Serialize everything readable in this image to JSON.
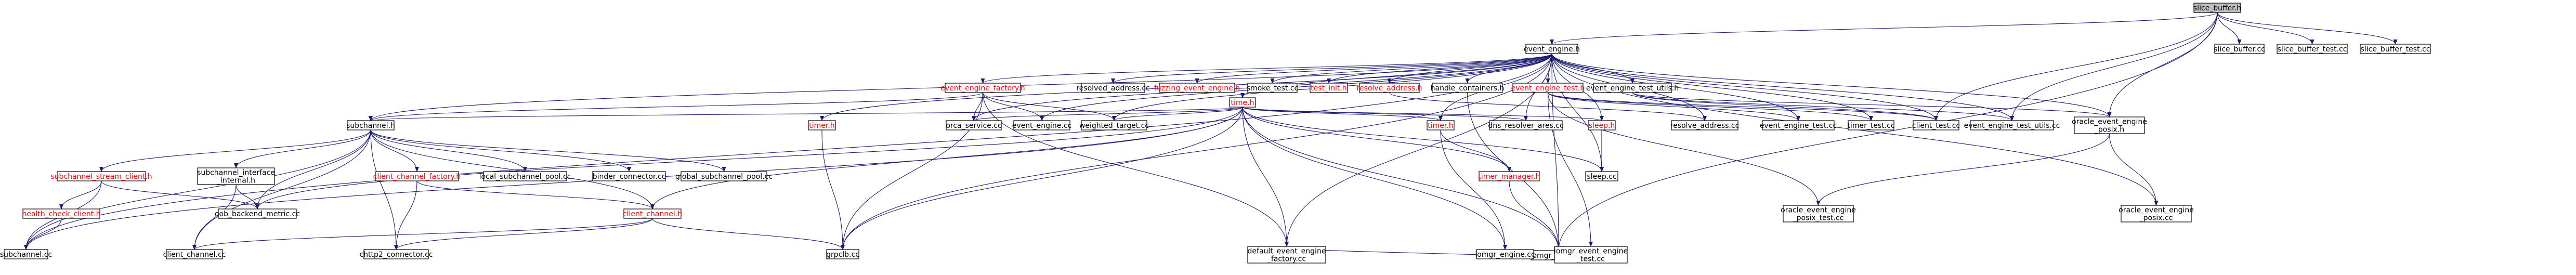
{
  "colors": {
    "root_fill": "#bfbfbf",
    "node_fill": "#ffffff",
    "edge": "#191970",
    "text_black": "#000000",
    "text_red": "#ff0000"
  },
  "nodes": [
    {
      "id": "slice_buffer",
      "lines": [
        "slice_buffer.h"
      ],
      "red": false,
      "root": true
    },
    {
      "id": "event_engine",
      "lines": [
        "event_engine.h"
      ],
      "red": false
    },
    {
      "id": "slice_buffer_cc",
      "lines": [
        "slice_buffer.cc"
      ],
      "red": false
    },
    {
      "id": "slice_buffer_test",
      "lines": [
        "slice_buffer_test.cc"
      ],
      "red": false
    },
    {
      "id": "slice_buffer_test2",
      "lines": [
        "slice_buffer_test.cc"
      ],
      "red": false
    },
    {
      "id": "ee_factory",
      "lines": [
        "event_engine_factory.h"
      ],
      "red": true
    },
    {
      "id": "resolved_address",
      "lines": [
        "resolved_address.cc"
      ],
      "red": false
    },
    {
      "id": "fuzzing_ee",
      "lines": [
        "fuzzing_event_engine.h"
      ],
      "red": true
    },
    {
      "id": "smoke_test",
      "lines": [
        "smoke_test.cc"
      ],
      "red": false
    },
    {
      "id": "test_init",
      "lines": [
        "test_init.h"
      ],
      "red": true
    },
    {
      "id": "resolve_address_h",
      "lines": [
        "resolve_address.h"
      ],
      "red": true
    },
    {
      "id": "handle_containers",
      "lines": [
        "handle_containers.h"
      ],
      "red": false
    },
    {
      "id": "ee_test_h",
      "lines": [
        "event_engine_test.h"
      ],
      "red": true
    },
    {
      "id": "ee_test_utils_h",
      "lines": [
        "event_engine_test_utils.h"
      ],
      "red": false
    },
    {
      "id": "time_h",
      "lines": [
        "time.h"
      ],
      "red": true
    },
    {
      "id": "subchannel_h",
      "lines": [
        "subchannel.h"
      ],
      "red": false
    },
    {
      "id": "timer_h_left",
      "lines": [
        "timer.h"
      ],
      "red": true
    },
    {
      "id": "orca_service",
      "lines": [
        "orca_service.cc"
      ],
      "red": false
    },
    {
      "id": "event_engine_cc",
      "lines": [
        "event_engine.cc"
      ],
      "red": false
    },
    {
      "id": "weighted_target",
      "lines": [
        "weighted_target.cc"
      ],
      "red": false
    },
    {
      "id": "timer_h",
      "lines": [
        "timer.h"
      ],
      "red": true
    },
    {
      "id": "dns_resolver",
      "lines": [
        "dns_resolver_ares.cc"
      ],
      "red": false
    },
    {
      "id": "sleep_h",
      "lines": [
        "sleep.h"
      ],
      "red": true
    },
    {
      "id": "resolve_address_cc",
      "lines": [
        "resolve_address.cc"
      ],
      "red": false
    },
    {
      "id": "ee_test_cc",
      "lines": [
        "event_engine_test.cc"
      ],
      "red": false
    },
    {
      "id": "timer_test",
      "lines": [
        "timer_test.cc"
      ],
      "red": false
    },
    {
      "id": "client_test",
      "lines": [
        "client_test.cc"
      ],
      "red": false
    },
    {
      "id": "ee_test_utils_cc",
      "lines": [
        "event_engine_test_utils.cc"
      ],
      "red": false
    },
    {
      "id": "oracle_posix_h",
      "lines": [
        "oracle_event_engine",
        "_posix.h"
      ],
      "red": false
    },
    {
      "id": "subchannel_stream_client",
      "lines": [
        "subchannel_stream_client.h"
      ],
      "red": true
    },
    {
      "id": "subchannel_interface_internal",
      "lines": [
        "subchannel_interface",
        "_internal.h"
      ],
      "red": false
    },
    {
      "id": "client_channel_factory",
      "lines": [
        "client_channel_factory.h"
      ],
      "red": true
    },
    {
      "id": "local_subchannel_pool",
      "lines": [
        "local_subchannel_pool.cc"
      ],
      "red": false
    },
    {
      "id": "binder_connector",
      "lines": [
        "binder_connector.cc"
      ],
      "red": false
    },
    {
      "id": "global_subchannel_pool",
      "lines": [
        "global_subchannel_pool.cc"
      ],
      "red": false
    },
    {
      "id": "timer_manager",
      "lines": [
        "timer_manager.h"
      ],
      "red": true
    },
    {
      "id": "sleep_cc",
      "lines": [
        "sleep.cc"
      ],
      "red": false
    },
    {
      "id": "oracle_posix_test",
      "lines": [
        "oracle_event_engine",
        "_posix_test.cc"
      ],
      "red": false
    },
    {
      "id": "oracle_posix_cc",
      "lines": [
        "oracle_event_engine",
        "_posix.cc"
      ],
      "red": false
    },
    {
      "id": "health_check_client",
      "lines": [
        "health_check_client.h"
      ],
      "red": true
    },
    {
      "id": "oob_backend_metric",
      "lines": [
        "oob_backend_metric.cc"
      ],
      "red": false
    },
    {
      "id": "client_channel_h",
      "lines": [
        "client_channel.h"
      ],
      "red": true
    },
    {
      "id": "iomgr_engine_h",
      "lines": [
        "iomgr_engine.h"
      ],
      "red": false
    },
    {
      "id": "subchannel_cc",
      "lines": [
        "subchannel.cc"
      ],
      "red": false
    },
    {
      "id": "client_channel_cc",
      "lines": [
        "client_channel.cc"
      ],
      "red": false
    },
    {
      "id": "chttp2_connector",
      "lines": [
        "chttp2_connector.cc"
      ],
      "red": false
    },
    {
      "id": "grpclb",
      "lines": [
        "grpclb.cc"
      ],
      "red": false
    },
    {
      "id": "default_ee_factory",
      "lines": [
        "default_event_engine",
        "_factory.cc"
      ],
      "red": false
    },
    {
      "id": "iomgr_engine_cc",
      "lines": [
        "iomgr_engine.cc"
      ],
      "red": false
    },
    {
      "id": "iomgr_engine_test",
      "lines": [
        "iomgr_event_engine",
        "_test.cc"
      ],
      "red": false
    }
  ],
  "edges": [
    [
      "slice_buffer",
      "event_engine"
    ],
    [
      "slice_buffer",
      "slice_buffer_cc"
    ],
    [
      "slice_buffer",
      "slice_buffer_test"
    ],
    [
      "slice_buffer",
      "slice_buffer_test2"
    ],
    [
      "slice_buffer",
      "iomgr_engine_h"
    ],
    [
      "slice_buffer",
      "oracle_posix_h"
    ],
    [
      "slice_buffer",
      "client_test"
    ],
    [
      "slice_buffer",
      "ee_test_utils_cc"
    ],
    [
      "event_engine",
      "ee_factory"
    ],
    [
      "event_engine",
      "resolved_address"
    ],
    [
      "event_engine",
      "fuzzing_ee"
    ],
    [
      "event_engine",
      "smoke_test"
    ],
    [
      "event_engine",
      "test_init"
    ],
    [
      "event_engine",
      "resolve_address_h"
    ],
    [
      "event_engine",
      "handle_containers"
    ],
    [
      "event_engine",
      "ee_test_h"
    ],
    [
      "event_engine",
      "ee_test_utils_h"
    ],
    [
      "event_engine",
      "time_h"
    ],
    [
      "event_engine",
      "subchannel_h"
    ],
    [
      "event_engine",
      "timer_h_left"
    ],
    [
      "event_engine",
      "orca_service"
    ],
    [
      "event_engine",
      "event_engine_cc"
    ],
    [
      "event_engine",
      "weighted_target"
    ],
    [
      "event_engine",
      "timer_h"
    ],
    [
      "event_engine",
      "dns_resolver"
    ],
    [
      "event_engine",
      "sleep_h"
    ],
    [
      "event_engine",
      "ee_test_cc"
    ],
    [
      "event_engine",
      "timer_test"
    ],
    [
      "event_engine",
      "client_test"
    ],
    [
      "event_engine",
      "ee_test_utils_cc"
    ],
    [
      "event_engine",
      "oracle_posix_h"
    ],
    [
      "event_engine",
      "resolve_address_cc"
    ],
    [
      "event_engine",
      "iomgr_engine_h"
    ],
    [
      "event_engine",
      "sleep_cc"
    ],
    [
      "event_engine",
      "grpclb"
    ],
    [
      "event_engine",
      "default_ee_factory"
    ],
    [
      "event_engine",
      "subchannel_cc"
    ],
    [
      "event_engine",
      "oracle_posix_cc"
    ],
    [
      "ee_factory",
      "subchannel_h"
    ],
    [
      "ee_factory",
      "orca_service"
    ],
    [
      "ee_factory",
      "event_engine_cc"
    ],
    [
      "ee_factory",
      "weighted_target"
    ],
    [
      "ee_factory",
      "grpclb"
    ],
    [
      "ee_factory",
      "default_ee_factory"
    ],
    [
      "resolve_address_h",
      "resolve_address_cc"
    ],
    [
      "handle_containers",
      "iomgr_engine_h"
    ],
    [
      "ee_test_h",
      "ee_test_cc"
    ],
    [
      "ee_test_h",
      "timer_test"
    ],
    [
      "ee_test_h",
      "client_test"
    ],
    [
      "ee_test_h",
      "oracle_posix_test"
    ],
    [
      "ee_test_h",
      "iomgr_engine_test"
    ],
    [
      "ee_test_utils_h",
      "client_test"
    ],
    [
      "ee_test_utils_h",
      "ee_test_utils_cc"
    ],
    [
      "ee_test_utils_h",
      "oracle_posix_h"
    ],
    [
      "time_h",
      "subchannel_h"
    ],
    [
      "time_h",
      "orca_service"
    ],
    [
      "time_h",
      "weighted_target"
    ],
    [
      "time_h",
      "timer_h"
    ],
    [
      "time_h",
      "dns_resolver"
    ],
    [
      "time_h",
      "sleep_h"
    ],
    [
      "time_h",
      "timer_manager"
    ],
    [
      "time_h",
      "oob_backend_metric"
    ],
    [
      "time_h",
      "client_channel_h"
    ],
    [
      "time_h",
      "grpclb"
    ],
    [
      "time_h",
      "default_ee_factory"
    ],
    [
      "time_h",
      "iomgr_engine_cc"
    ],
    [
      "time_h",
      "sleep_cc"
    ],
    [
      "time_h",
      "iomgr_engine_h"
    ],
    [
      "time_h",
      "subchannel_cc"
    ],
    [
      "subchannel_h",
      "subchannel_stream_client"
    ],
    [
      "subchannel_h",
      "subchannel_interface_internal"
    ],
    [
      "subchannel_h",
      "client_channel_factory"
    ],
    [
      "subchannel_h",
      "local_subchannel_pool"
    ],
    [
      "subchannel_h",
      "binder_connector"
    ],
    [
      "subchannel_h",
      "global_subchannel_pool"
    ],
    [
      "subchannel_h",
      "client_channel_h"
    ],
    [
      "subchannel_h",
      "chttp2_connector"
    ],
    [
      "subchannel_h",
      "subchannel_cc"
    ],
    [
      "subchannel_h",
      "client_channel_cc"
    ],
    [
      "subchannel_h",
      "oob_backend_metric"
    ],
    [
      "timer_h_left",
      "grpclb"
    ],
    [
      "timer_h",
      "timer_manager"
    ],
    [
      "timer_h",
      "iomgr_engine_cc"
    ],
    [
      "sleep_h",
      "sleep_cc"
    ],
    [
      "oracle_posix_h",
      "oracle_posix_test"
    ],
    [
      "oracle_posix_h",
      "oracle_posix_cc"
    ],
    [
      "subchannel_stream_client",
      "health_check_client"
    ],
    [
      "subchannel_stream_client",
      "oob_backend_metric"
    ],
    [
      "subchannel_stream_client",
      "subchannel_cc"
    ],
    [
      "subchannel_interface_internal",
      "oob_backend_metric"
    ],
    [
      "subchannel_interface_internal",
      "client_channel_cc"
    ],
    [
      "client_channel_factory",
      "client_channel_h"
    ],
    [
      "client_channel_factory",
      "chttp2_connector"
    ],
    [
      "timer_manager",
      "iomgr_engine_h"
    ],
    [
      "health_check_client",
      "subchannel_cc"
    ],
    [
      "client_channel_h",
      "client_channel_cc"
    ],
    [
      "client_channel_h",
      "chttp2_connector"
    ],
    [
      "client_channel_h",
      "grpclb"
    ],
    [
      "iomgr_engine_h",
      "default_ee_factory"
    ],
    [
      "iomgr_engine_h",
      "iomgr_engine_cc"
    ],
    [
      "iomgr_engine_h",
      "iomgr_engine_test"
    ]
  ]
}
